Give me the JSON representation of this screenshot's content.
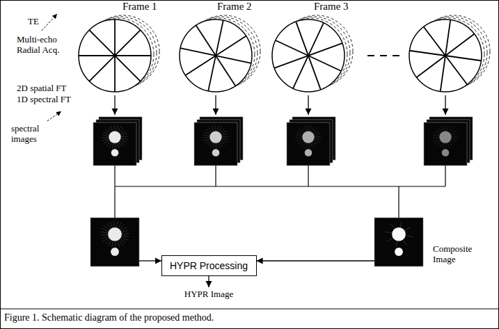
{
  "diagram": {
    "caption": "Figure 1. Schematic diagram of the proposed method.",
    "nodes": [
      {
        "text": [
          "HYPR Processing"
        ]
      },
      {
        "text": [
          "Composite Image"
        ]
      }
    ],
    "edges": [
      {
        "from": 1,
        "to": 0,
        "arrow": "to"
      }
    ],
    "labels": [
      "TE",
      "Frame 1",
      "Frame 2",
      "Frame 3",
      "Multi-echo Radial Acq.",
      "2D spatial FT",
      "1D spectral FT",
      "spectral images",
      "HYPR Image"
    ]
  }
}
